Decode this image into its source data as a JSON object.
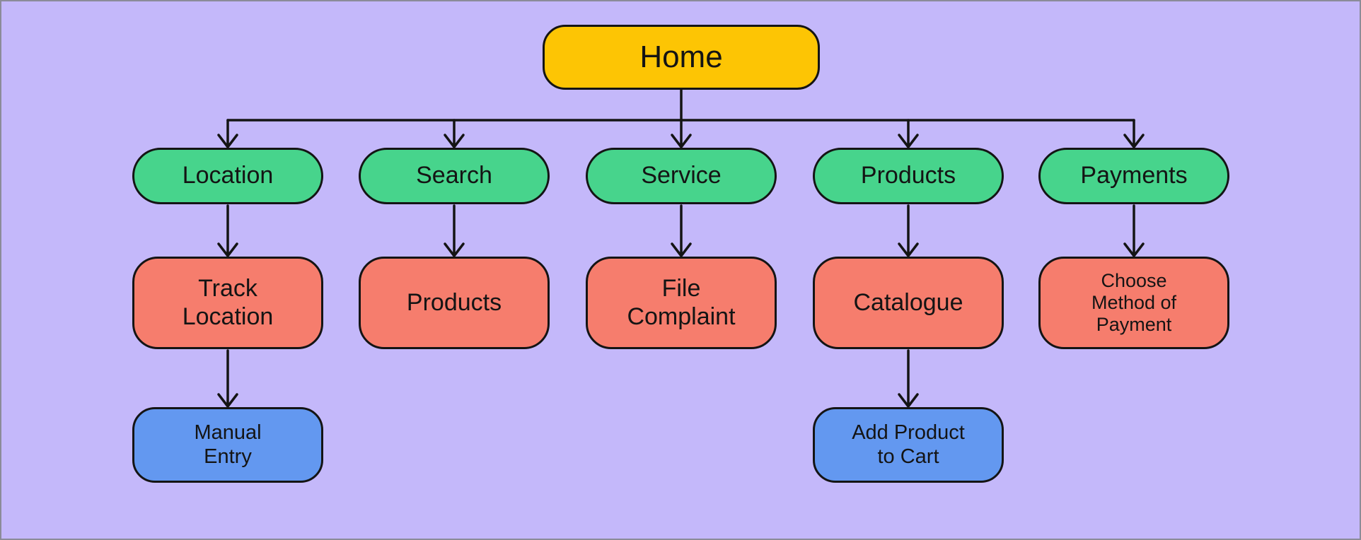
{
  "diagram": {
    "type": "sitemap-flowchart",
    "colors": {
      "background": "#c4b8fa",
      "frame": "#8b8b98",
      "line": "#141414",
      "text": "#141414",
      "root": "#fdc504",
      "level1": "#47d48c",
      "level2": "#f67d6d",
      "level3": "#6398f0"
    },
    "nodes": {
      "home": {
        "label": "Home"
      },
      "location": {
        "label": "Location"
      },
      "search": {
        "label": "Search"
      },
      "service": {
        "label": "Service"
      },
      "products": {
        "label": "Products"
      },
      "payments": {
        "label": "Payments"
      },
      "track_location": {
        "label": "Track Location"
      },
      "search_products": {
        "label": "Products"
      },
      "file_complaint": {
        "label": "File Complaint"
      },
      "catalogue": {
        "label": "Catalogue"
      },
      "choose_payment_method": {
        "label": "Choose Method of Payment"
      },
      "manual_entry": {
        "label": "Manual Entry"
      },
      "add_product_to_cart": {
        "label": "Add Product to Cart"
      }
    },
    "edges": [
      {
        "from": "home",
        "to": "location"
      },
      {
        "from": "home",
        "to": "search"
      },
      {
        "from": "home",
        "to": "service"
      },
      {
        "from": "home",
        "to": "products"
      },
      {
        "from": "home",
        "to": "payments"
      },
      {
        "from": "location",
        "to": "track_location"
      },
      {
        "from": "search",
        "to": "search_products"
      },
      {
        "from": "service",
        "to": "file_complaint"
      },
      {
        "from": "products",
        "to": "catalogue"
      },
      {
        "from": "payments",
        "to": "choose_payment_method"
      },
      {
        "from": "track_location",
        "to": "manual_entry"
      },
      {
        "from": "catalogue",
        "to": "add_product_to_cart"
      }
    ]
  }
}
